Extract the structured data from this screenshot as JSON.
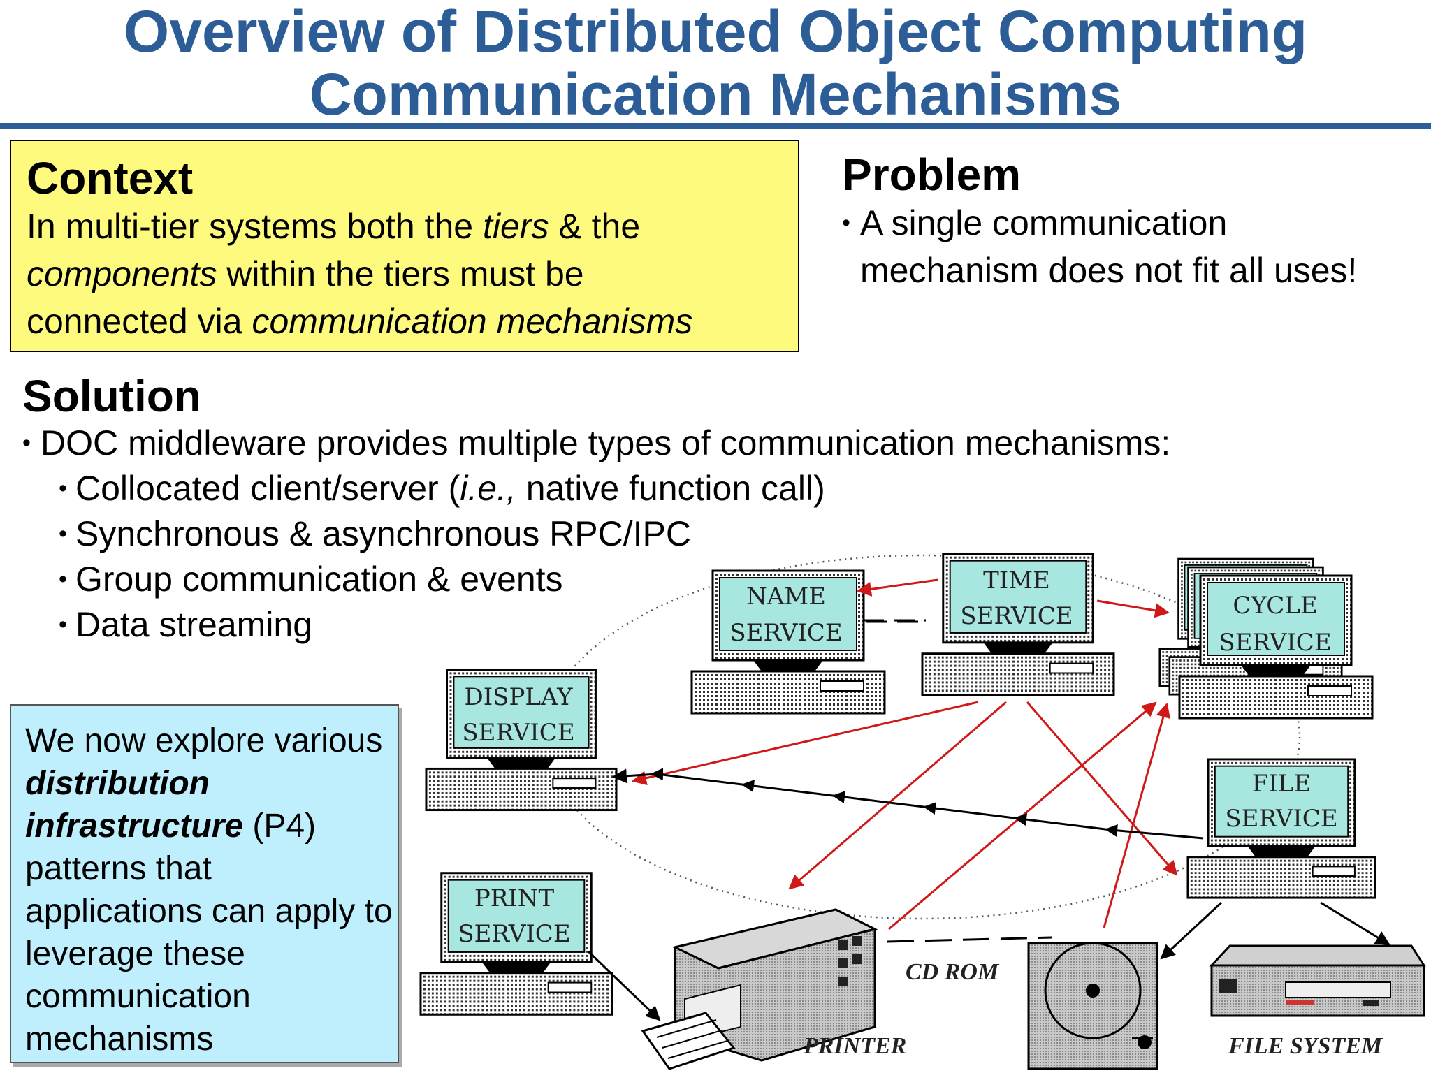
{
  "title": {
    "line1": "Overview of Distributed Object Computing",
    "line2": "Communication Mechanisms"
  },
  "context": {
    "heading": "Context",
    "seg1": "In multi-tier systems both the ",
    "seg2": "tiers",
    "seg3": " & the",
    "seg4": "components",
    "seg5": " within the tiers must be",
    "seg6": "connected via ",
    "seg7": "communication mechanisms"
  },
  "problem": {
    "heading": "Problem",
    "bullet": "A single communication mechanism does not fit all uses!"
  },
  "solution": {
    "heading": "Solution",
    "main": "DOC middleware provides multiple types of communication mechanisms:",
    "sub1_a": "Collocated client/server (",
    "sub1_b": "i.e.,",
    "sub1_c": " native function call)",
    "sub2": "Synchronous & asynchronous RPC/IPC",
    "sub3": "Group communication & events",
    "sub4": "Data streaming"
  },
  "explore": {
    "seg1": "We now explore various ",
    "seg2": "distribution infrastructure",
    "seg3": " (P4) patterns that applications can apply to leverage these communication mechanisms"
  },
  "diagram": {
    "name_l1": "NAME",
    "name_l2": "SERVICE",
    "time_l1": "TIME",
    "time_l2": "SERVICE",
    "cycle_l1": "CYCLE",
    "cycle_l2": "SERVICE",
    "display_l1": "DISPLAY",
    "display_l2": "SERVICE",
    "file_l1": "FILE",
    "file_l2": "SERVICE",
    "print_l1": "PRINT",
    "print_l2": "SERVICE",
    "cdrom": "CD ROM",
    "printer": "PRINTER",
    "filesystem": "FILE SYSTEM"
  },
  "colors": {
    "title": "#2c5d96",
    "context_bg": "#fdfa7e",
    "explore_bg": "#bfeefd",
    "screen": "#a8e6e0",
    "arrow_red": "#d01818"
  }
}
